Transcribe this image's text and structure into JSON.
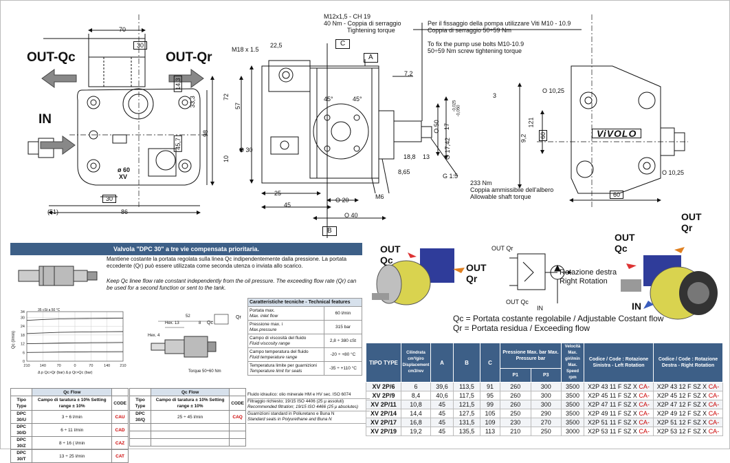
{
  "drawing": {
    "front_view": {
      "dims": {
        "width_top": "70",
        "port_30": "30",
        "thread": "M18 x 1.5",
        "h_14_3": "14,3",
        "h_33_3": "33,3",
        "h_98": "98",
        "h_45_7": "45,7",
        "bottom_30": "30",
        "left_51": "(51)",
        "bottom_86": "86"
      },
      "badge_lines": [
        "ø 60",
        "XV"
      ]
    },
    "labels": {
      "out_qc": "OUT-Qc",
      "out_qr": "OUT-Qr",
      "in": "IN"
    },
    "side_view": {
      "dims": {
        "d22_5": "22,5",
        "c": "C",
        "a": "A",
        "h72": "72",
        "h57": "57",
        "h10": "10",
        "o30": "O 30",
        "d25": "25",
        "d45": "45",
        "o20": "O 20",
        "o40": "O 40",
        "m6": "M6",
        "b": "B",
        "d7_2": "7,2",
        "d18_8": "18,8",
        "d13": "13",
        "d8_65": "8,65",
        "o50": "O 50",
        "d17": "17",
        "tol1": "-0,025",
        "tol2": "-0,050",
        "o17_42": "O 17,42",
        "angle1": "45°",
        "angle2": "45°"
      }
    },
    "notes": {
      "torque_m12": [
        "M12x1,5  - CH 19",
        "40 Nm - Coppia di serraggio",
        "Tightening torque"
      ],
      "fix_it": [
        "Per il fissaggio della pompa utilizzare Viti M10 - 10.9",
        "Coppia di serraggio 50÷59 Nm"
      ],
      "fix_en": [
        "To fix the pump use bolts M10-10.9",
        "50÷59 Nm screw tightening torque"
      ],
      "shaft": [
        "G 1:5",
        "233 Nm",
        "Coppia ammissibile dell'albero",
        "Allowable shaft torque"
      ]
    },
    "rear_view": {
      "brand": "ViVOLO",
      "dims": {
        "o10_25_top": "O 10,25",
        "d3": "3",
        "d9_2": "9,2",
        "d121": "121",
        "d60v": "60",
        "o10_25_bottom": "O 10,25",
        "d60h": "60"
      }
    }
  },
  "valve_panel": {
    "title": "Valvola \"DPC 30\" a tre vie compensata prioritaria.",
    "desc_it": "Mantiene costante la portata regolata sulla linea Qc indipendentemente dalla pressione. La portata eccedente (Qr) può essere utilizzata come seconda utenza o inviata allo scarico.",
    "desc_en": "Keep Qc linee flow rate constant independently from the oil pressure. The exceeding flow rate (Qr) can be used for a second function or sent to the tank.",
    "chart_dims": {
      "hex": "Hex. 13",
      "d52": "52",
      "d8": "8",
      "hex4": "Hex. 4",
      "torque": "Torque 50÷60 Nm",
      "qc": "Qc",
      "qr": "Qr"
    },
    "tech": {
      "header": "Caratteristiche tecniche - Technical features",
      "rows": [
        {
          "it": "Portata max.",
          "en": "Max. inlet flow",
          "val": "60 l/min"
        },
        {
          "it": "Pressione max. i",
          "en": "Max.pressure",
          "val": "315 bar"
        },
        {
          "it": "Campo di viscosità del fluido",
          "en": "Fluid viscosity range",
          "val": "2,8 ÷ 380 cSt"
        },
        {
          "it": "Campo temperatura del fluido",
          "en": "Fluid temperature range",
          "val": "-20 ÷ +80 °C"
        },
        {
          "it": "Temperatura limite per guarnizioni",
          "en": "Temperature limit for seals",
          "val": "-35 ÷ +110 °C"
        }
      ]
    },
    "notes": [
      "Fluido idraulico: olio minerale HM e HV sec. ISO 6074",
      "Filtraggio richiesto; 19/15 ISO 4406 (25 μ assoluti)",
      "Recommended filtration; 19/15 ISO 4466 (25 μ absolutes)",
      "Guarnizioni standard in Poliuretano e Buna N",
      "Standard seals in Polyurethane and Buna N"
    ],
    "qc_table_left": {
      "title": "Qc Flow",
      "headers": [
        "Tipo Type",
        "Campo di taratura ± 10% Setting range ± 10%",
        "CODE"
      ],
      "rows": [
        [
          "DPC 30/U",
          "3 ÷ 6 l/min",
          "CAU"
        ],
        [
          "DPC 30/D",
          "6 ÷ 11 l/min",
          "CAD"
        ],
        [
          "DPC 30/Z",
          "8 ÷ 16 ( l/min",
          "CAZ"
        ],
        [
          "DPC 30/T",
          "13 ÷ 25 l/min",
          "CAT"
        ]
      ]
    },
    "qc_table_right": {
      "title": "Qc Flow",
      "headers": [
        "Tipo Type",
        "Campo di taratura ± 10% Setting range ± 10%",
        "CODE"
      ],
      "rows": [
        [
          "DPC 30/Q",
          "25 ÷ 45 l/min",
          "CAQ"
        ]
      ]
    }
  },
  "chart_data": {
    "type": "line",
    "title": "",
    "xlabel": "Δ p Qc>Qr (bar)   Δ p Qr>Qc (bar)",
    "ylabel": "Qc (l/min)",
    "temp_label": "35 cSt a 50 °C",
    "x_ticks": [
      "210",
      "140",
      "70",
      "0",
      "70",
      "140",
      "210"
    ],
    "y_ticks": [
      "34",
      "30",
      "24",
      "18",
      "12",
      "6",
      "0"
    ],
    "xlim": [
      -210,
      210
    ],
    "ylim": [
      0,
      34
    ],
    "grid": true,
    "series": [
      {
        "x": [
          -210,
          -140,
          -70,
          0,
          70,
          140,
          210
        ],
        "values": [
          28.0,
          28.6,
          29.0,
          29.2,
          29.3,
          29.4,
          29.5
        ]
      },
      {
        "x": [
          -210,
          -140,
          -70,
          0,
          70,
          140,
          210
        ],
        "values": [
          19.0,
          19.4,
          19.8,
          20.0,
          20.1,
          20.2,
          20.3
        ]
      },
      {
        "x": [
          -210,
          -140,
          -70,
          0,
          70,
          140,
          210
        ],
        "values": [
          12.0,
          12.2,
          12.4,
          12.6,
          12.7,
          12.8,
          12.9
        ]
      },
      {
        "x": [
          -210,
          -140,
          -70,
          0,
          70,
          140,
          210
        ],
        "values": [
          6.0,
          6.1,
          6.3,
          6.4,
          6.5,
          6.5,
          6.6
        ]
      }
    ]
  },
  "figures": {
    "left_pump": {
      "out_qc": "OUT\nQc",
      "out_qr": "OUT\nQr"
    },
    "schematic": {
      "out_qr": "OUT Qr",
      "out_qc": "OUT Qc",
      "in": "IN",
      "rot_it": "Rotazione destra",
      "rot_en": "Right Rotation"
    },
    "right_pump": {
      "out_qc": "OUT\nQc",
      "out_qr": "OUT\nQr",
      "in": "IN"
    },
    "legend_qc": "Qc = Portata costante regolabile /  Adjustable Costant flow",
    "legend_qr": "Qr = Portata residua / Exceeding flow"
  },
  "spec_table": {
    "headers": {
      "tipo": "TIPO TYPE",
      "cil": "Cilindrata cm³/giro Displacement cm3/rev",
      "a": "A",
      "b": "B",
      "c": "C",
      "press": "Pressione Max. bar Max. Pressure bar",
      "p1": "P1",
      "p3": "P3",
      "vel": "Velocità Max. giri/min Max. Speed rpm",
      "left": "Codice / Code : Rotazione Sinistra - Left Rotation",
      "right": "Codice / Code : Rotazione Destra - Right Rotation"
    },
    "rows": [
      {
        "tipo": "XV 2P/6",
        "cil": "6",
        "a": "39,6",
        "b": "113,5",
        "c": "91",
        "p1": "260",
        "p3": "300",
        "vel": "3500",
        "left": "X2P 43 11 F SZ X",
        "right": "X2P 43 12 F SZ X"
      },
      {
        "tipo": "XV 2P/9",
        "cil": "8,4",
        "a": "40,6",
        "b": "117,5",
        "c": "95",
        "p1": "260",
        "p3": "300",
        "vel": "3500",
        "left": "X2P 45 11 F SZ X",
        "right": "X2P 45 12 F SZ X"
      },
      {
        "tipo": "XV 2P/11",
        "cil": "10,8",
        "a": "45",
        "b": "121,5",
        "c": "99",
        "p1": "260",
        "p3": "300",
        "vel": "3500",
        "left": "X2P 47 11 F SZ X",
        "right": "X2P 47 12 F SZ X"
      },
      {
        "tipo": "XV 2P/14",
        "cil": "14,4",
        "a": "45",
        "b": "127,5",
        "c": "105",
        "p1": "250",
        "p3": "290",
        "vel": "3500",
        "left": "X2P 49 11 F SZ X",
        "right": "X2P 49 12 F SZ X"
      },
      {
        "tipo": "XV 2P/17",
        "cil": "16,8",
        "a": "45",
        "b": "131,5",
        "c": "109",
        "p1": "230",
        "p3": "270",
        "vel": "3500",
        "left": "X2P 51 11 F SZ X",
        "right": "X2P 51 12 F SZ X"
      },
      {
        "tipo": "XV 2P/19",
        "cil": "19,2",
        "a": "45",
        "b": "135,5",
        "c": "113",
        "p1": "210",
        "p3": "250",
        "vel": "3000",
        "left": "X2P 53 11 F SZ X",
        "right": "X2P 53 12 F SZ X"
      }
    ],
    "code_suffix": "CA-"
  }
}
